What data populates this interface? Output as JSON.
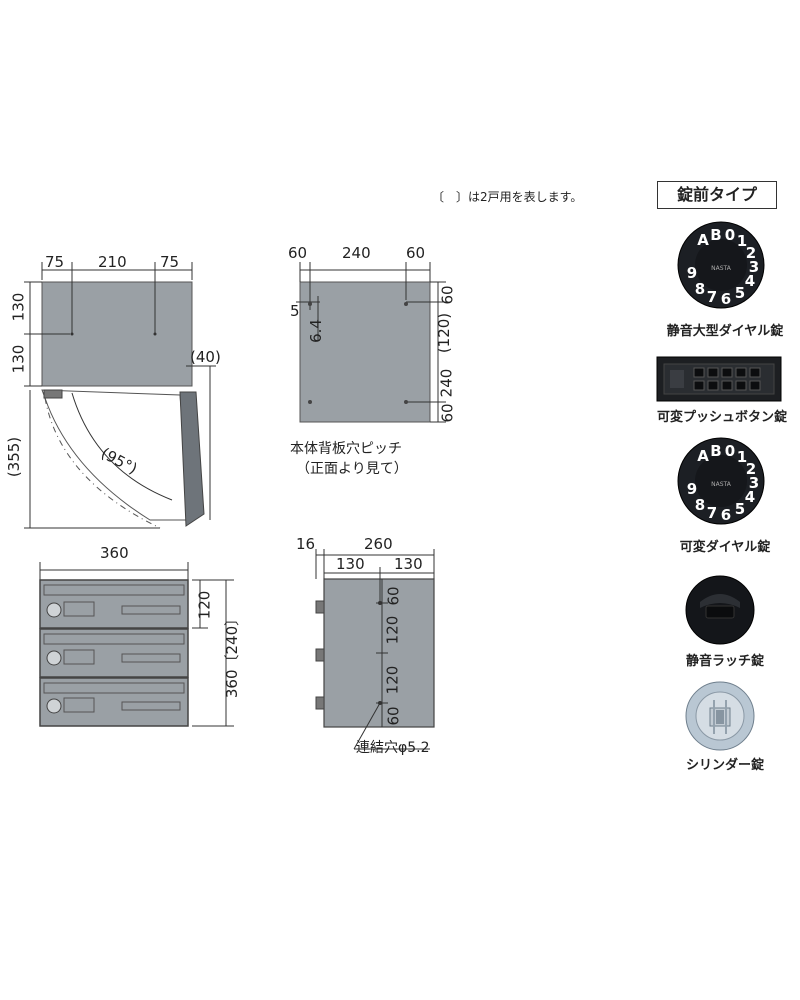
{
  "note": "〔　〕は2戸用を表します。",
  "lock_section": {
    "title": "錠前タイプ",
    "locks": [
      {
        "name": "静音大型ダイヤル錠",
        "icon": "large-dial-lock-icon"
      },
      {
        "name": "可変プッシュボタン錠",
        "icon": "push-button-lock-icon"
      },
      {
        "name": "可変ダイヤル錠",
        "icon": "variable-dial-lock-icon"
      },
      {
        "name": "静音ラッチ錠",
        "icon": "latch-lock-icon"
      },
      {
        "name": "シリンダー錠",
        "icon": "cylinder-lock-icon"
      }
    ],
    "dial_text": "AB0123456789",
    "dial_brand": "NASTA"
  },
  "side_view": {
    "top_dims": [
      "75",
      "210",
      "75"
    ],
    "left_dims": [
      "130",
      "130"
    ],
    "open_depth": "(355)",
    "door_depth": "(40)",
    "angle": "(95°)"
  },
  "back_view": {
    "top_dims": [
      "60",
      "240",
      "60"
    ],
    "right_dims": [
      "60",
      "(120)",
      "240",
      "60"
    ],
    "hole_dims": [
      "5",
      "6.4"
    ],
    "caption_line1": "本体背板穴ピッチ",
    "caption_line2": "（正面より見て）"
  },
  "front_view": {
    "width": "360",
    "unit_height": "120",
    "total_height": "360〔240〕"
  },
  "side_stack_view": {
    "top_dims": [
      "16",
      "260"
    ],
    "sub_dims": [
      "130",
      "130"
    ],
    "vertical_dims": [
      "60",
      "120",
      "120",
      "60"
    ],
    "hole_note": "連結穴φ5.2"
  }
}
